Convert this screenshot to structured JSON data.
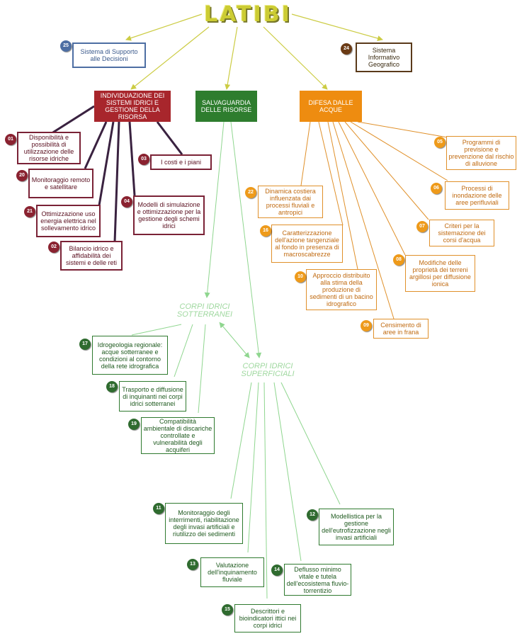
{
  "title": "LATIBI",
  "colors": {
    "red": "#a8262c",
    "green": "#2e7d2e",
    "orange": "#ee8c10",
    "blue": "#4d6ea3",
    "brown": "#6a3a14",
    "light_green": "#9fd89f",
    "logo": "#cccc33"
  },
  "top": {
    "dss": {
      "number": "25",
      "label": "Sistema di Supporto alle Decisioni"
    },
    "gis": {
      "number": "24",
      "label": "Sistema Informativo Geografico"
    }
  },
  "headers": {
    "water": "INDIVIDUAZIONE DEI SISTEMI IDRICI E GESTIONE DELLA RISORSA",
    "safeguard": "SALVAGUARDIA DELLE RISORSE",
    "defence": "DIFESA DALLE ACQUE"
  },
  "hubs": {
    "groundwater": "CORPI IDRICI SOTTERRANEI",
    "surface": "CORPI IDRICI SUPERFICIALI"
  },
  "red_items": [
    {
      "number": "01",
      "label": "Disponibilità e possibilità di utilizzazione delle risorse idriche"
    },
    {
      "number": "20",
      "label": "Monitoraggio remoto e satellitare"
    },
    {
      "number": "21",
      "label": "Ottimizzazione uso energia elettrica nel sollevamento idrico"
    },
    {
      "number": "02",
      "label": "Bilancio idrico e affidabilità dei sistemi e delle reti"
    },
    {
      "number": "03",
      "label": "I costi e i piani"
    },
    {
      "number": "04",
      "label": "Modelli di simulazione e ottimizzazione per la gestione degli schemi idrici"
    }
  ],
  "orange_items": [
    {
      "number": "05",
      "label": "Programmi di previsione e prevenzione dal rischio di alluvione"
    },
    {
      "number": "06",
      "label": "Processi di inondazione delle aree perifluviali"
    },
    {
      "number": "07",
      "label": "Criteri per la sistemazione dei corsi d'acqua"
    },
    {
      "number": "08",
      "label": "Modifiche delle proprietà dei terreni argillosi per diffusione ionica"
    },
    {
      "number": "09",
      "label": "Censimento di aree in frana"
    },
    {
      "number": "10",
      "label": "Approccio distribuito alla stima della produzione di sedimenti di un bacino idrografico"
    },
    {
      "number": "16",
      "label": "Caratterizzazione dell'azione tangenziale al fondo in presenza di macroscabrezze"
    },
    {
      "number": "22",
      "label": "Dinamica costiera influenzata dai processi fluviali e antropici"
    }
  ],
  "green_items": [
    {
      "number": "17",
      "label": "Idrogeologia regionale: acque sotterranee e condizioni al contorno della rete idrografica"
    },
    {
      "number": "18",
      "label": "Trasporto e diffusione di inquinanti nei corpi idrici sotterranei"
    },
    {
      "number": "19",
      "label": "Compatibilità ambientale di discariche controllate e vulnerabilità degli acquiferi"
    },
    {
      "number": "11",
      "label": "Monitoraggio degli interrimenti, riabilitazione degli invasi artificiali e riutilizzo dei sedimenti"
    },
    {
      "number": "12",
      "label": "Modellistica per la gestione dell'eutrofizzazione negli invasi artificiali"
    },
    {
      "number": "13",
      "label": "Valutazione dell'inquinamento fluviale"
    },
    {
      "number": "14",
      "label": "Deflusso minimo vitale e tutela dell'ecosistema fluvio-torrentizio"
    },
    {
      "number": "15",
      "label": "Descrittori e bioindicatori ittici nei corpi idrici"
    }
  ]
}
